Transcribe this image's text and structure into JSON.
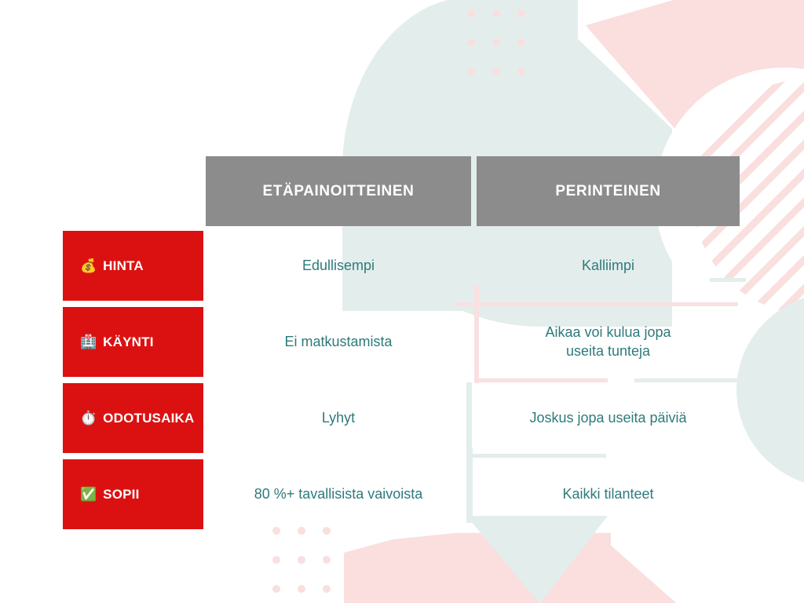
{
  "palette": {
    "red": "#DB1111",
    "gray_header": "#8C8C8C",
    "teal_text": "#2E7A7A",
    "pink_deco": "#FBDEDE",
    "teal_deco": "#E3EEEC",
    "white": "#FFFFFF"
  },
  "table": {
    "columns": [
      {
        "label": "ETÄPAINOITTEINEN"
      },
      {
        "label": "PERINTEINEN"
      }
    ],
    "rows": [
      {
        "icon": "💰",
        "icon_name": "money-bag-icon",
        "label": "HINTA",
        "cells": [
          "Edullisempi",
          "Kalliimpi"
        ]
      },
      {
        "icon": "🏥",
        "icon_name": "hospital-icon",
        "label": "KÄYNTI",
        "cells": [
          "Ei matkustamista",
          "Aikaa voi kulua jopa\nuseita tunteja"
        ]
      },
      {
        "icon": "⏱️",
        "icon_name": "stopwatch-icon",
        "label": "ODOTUSAIKA",
        "cells": [
          "Lyhyt",
          "Joskus jopa useita päiviä"
        ]
      },
      {
        "icon": "✅",
        "icon_name": "check-mark-button-icon",
        "label": "SOPII",
        "cells": [
          "80 %+ tavallisista vaivoista",
          "Kaikki tilanteet"
        ]
      }
    ]
  }
}
